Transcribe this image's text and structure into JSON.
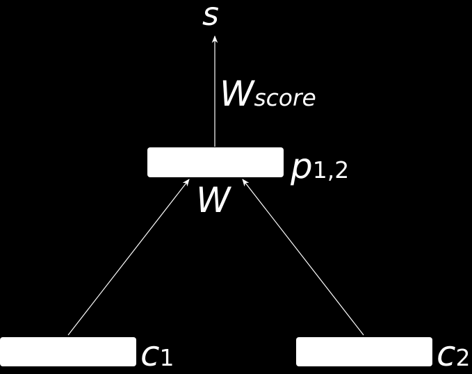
{
  "colors": {
    "background": "#000000",
    "foreground": "#ffffff"
  },
  "nodes": {
    "output": {
      "label": "s"
    },
    "parent": {
      "label_main": "p",
      "label_sub": "1,2"
    },
    "child1": {
      "label_main": "c",
      "label_sub": "1"
    },
    "child2": {
      "label_main": "c",
      "label_sub": "2"
    }
  },
  "edges": {
    "score_weight": {
      "label_main": "W",
      "label_sub": "score"
    },
    "compose_weight": {
      "label": "W"
    }
  }
}
